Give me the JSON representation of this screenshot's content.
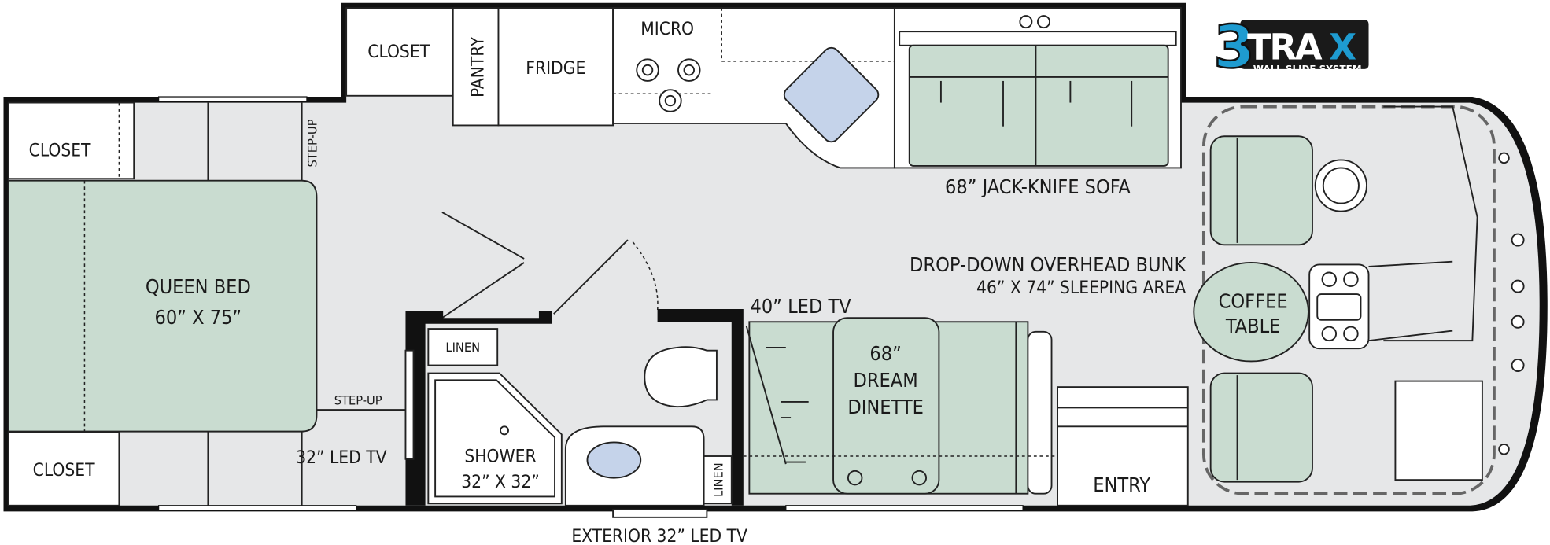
{
  "logo": {
    "main": "3TRAX",
    "sub": "WALL SLIDE SYSTEM",
    "accent": "#1e9bd0"
  },
  "rooms": {
    "closet_top_slide": "CLOSET",
    "pantry": "PANTRY",
    "fridge": "FRIDGE",
    "micro": "MICRO",
    "closet_top_left": "CLOSET",
    "closet_bottom_left": "CLOSET",
    "step_up_top": "STEP-UP",
    "step_up_bottom": "STEP-UP",
    "queen_bed": "QUEEN BED",
    "queen_bed_size": "60” X 75”",
    "sofa": "68” JACK-KNIFE SOFA",
    "bunk": "DROP-DOWN OVERHEAD BUNK",
    "bunk_size": "46” X 74” SLEEPING AREA",
    "coffee_table_1": "COFFEE",
    "coffee_table_2": "TABLE",
    "led_tv_40": "40” LED TV",
    "dinette_1": "68”",
    "dinette_2": "DREAM",
    "dinette_3": "DINETTE",
    "linen_1": "LINEN",
    "linen_2": "LINEN",
    "shower": "SHOWER",
    "shower_size": "32” X 32”",
    "led_tv_32": "32” LED TV",
    "entry": "ENTRY",
    "exterior_tv": "EXTERIOR 32” LED TV"
  },
  "colors": {
    "floor": "#e6e7e8",
    "furniture": "#c9dcd0",
    "sink": "#c5d3ea",
    "wall": "#111111"
  }
}
